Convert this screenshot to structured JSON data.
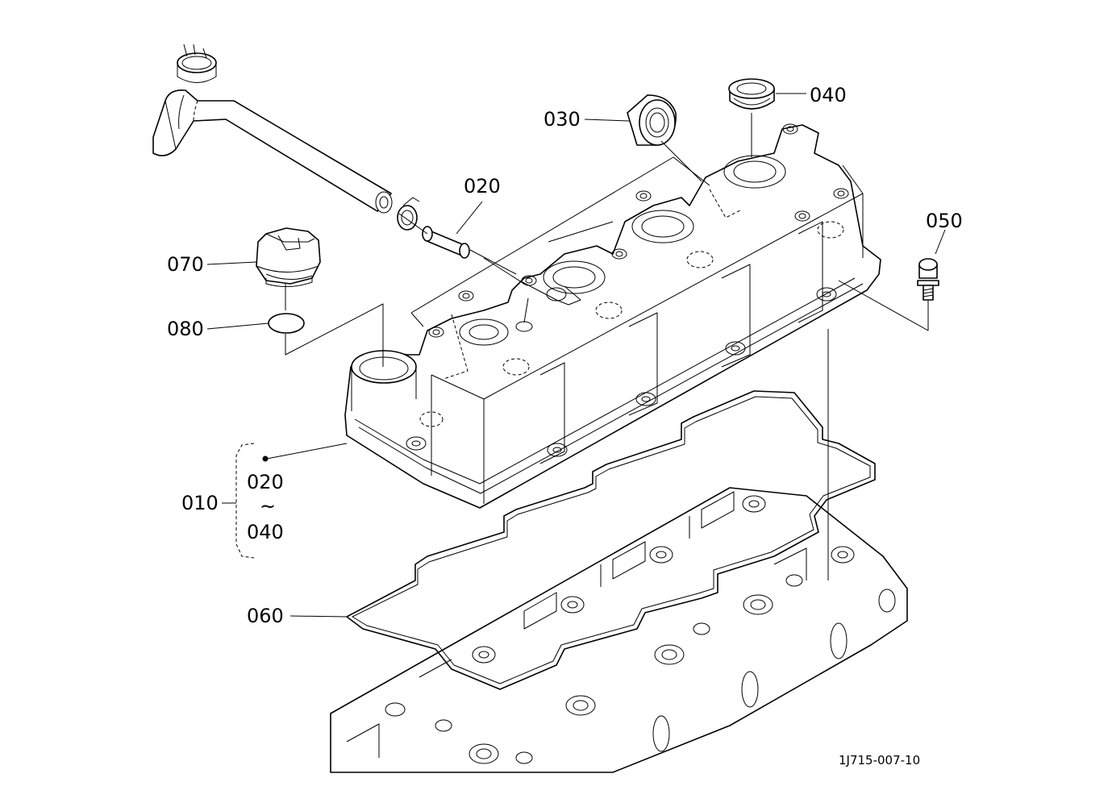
{
  "parts": {
    "p010": "010",
    "p020": "020",
    "p030": "030",
    "p040": "040",
    "p050": "050",
    "p060": "060",
    "p070": "070",
    "p080": "080"
  },
  "assembly": {
    "from": "020",
    "tilde": "~",
    "to": "040"
  },
  "drawing_code": "1J715-007-10"
}
